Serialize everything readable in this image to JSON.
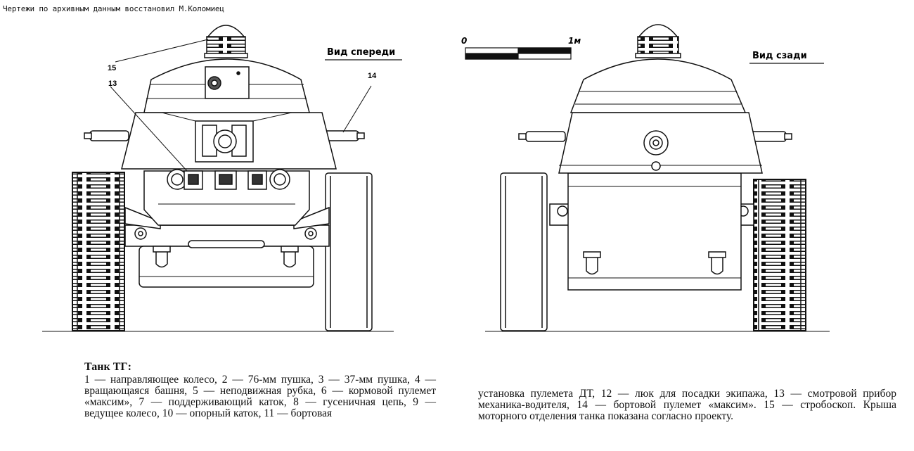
{
  "credit": "Чертежи по архивным данным восстановил М.Коломиец",
  "views": {
    "front": {
      "label": "Вид спереди"
    },
    "rear": {
      "label": "Вид сзади"
    }
  },
  "callouts": {
    "c15": "15",
    "c13": "13",
    "c14": "14"
  },
  "scale": {
    "zero": "0",
    "one": "1м"
  },
  "caption": {
    "title": "Танк ТГ:",
    "text_left": "1 — направляющее колесо, 2 — 76-мм пушка, 3 — 37-мм пушка, 4 — вращающаяся башня, 5 — неподвижная рубка, 6 — кормовой пулемет «максим», 7 — поддерживающий каток, 8 — гусеничная цепь, 9 — ведущее колесо, 10 — опорный каток, 11 — бортовая",
    "text_right": "установка пулемета ДТ, 12 — люк для посадки экипажа, 13 — смотровой прибор механика-водителя, 14 — бортовой пулемет «максим». 15 — стробоскоп. Крыша моторного отделения танка показана согласно проекту."
  }
}
